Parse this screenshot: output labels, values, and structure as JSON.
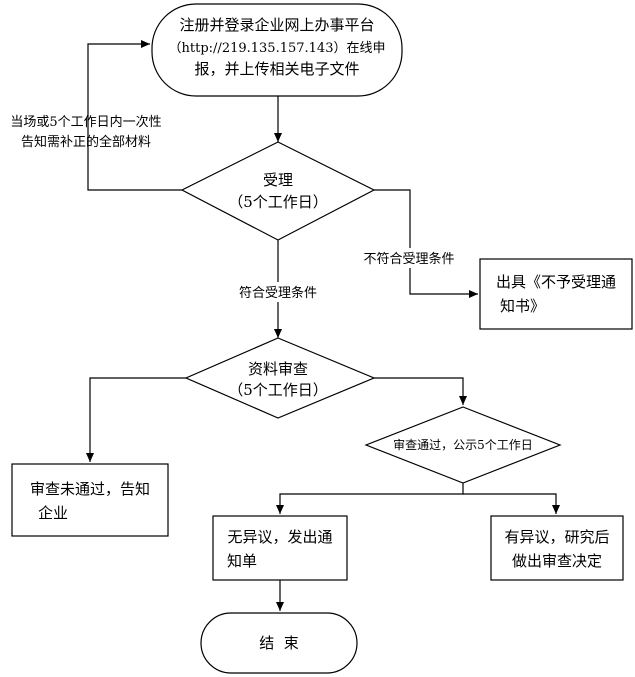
{
  "start_node": {
    "line1": "注册并登录企业网上办事平台",
    "line2": "（http://219.135.157.143）在线申",
    "line3": "报，并上传相关电子文件"
  },
  "loop_back_label": {
    "line1": "当场或5个工作日内一次性",
    "line2": "告知需补正的全部材料"
  },
  "accept_decision": {
    "line1": "受理",
    "line2": "（5个工作日）"
  },
  "not_qualified_label": "不符合受理条件",
  "reject_notice": {
    "line1": "出具《不予受理通",
    "line2": "知书》"
  },
  "qualified_label": "符合受理条件",
  "review_decision": {
    "line1": "资料审查",
    "line2": "（5个工作日）"
  },
  "review_failed": {
    "line1": "审查未通过，告知",
    "line2": "企业"
  },
  "publicity_decision": "审查通过，公示5个工作日",
  "no_objection": {
    "line1": "无异议，发出通",
    "line2": "知单"
  },
  "objection": {
    "line1": "有异议，研究后",
    "line2": "做出审查决定"
  },
  "end_node": "结  束"
}
